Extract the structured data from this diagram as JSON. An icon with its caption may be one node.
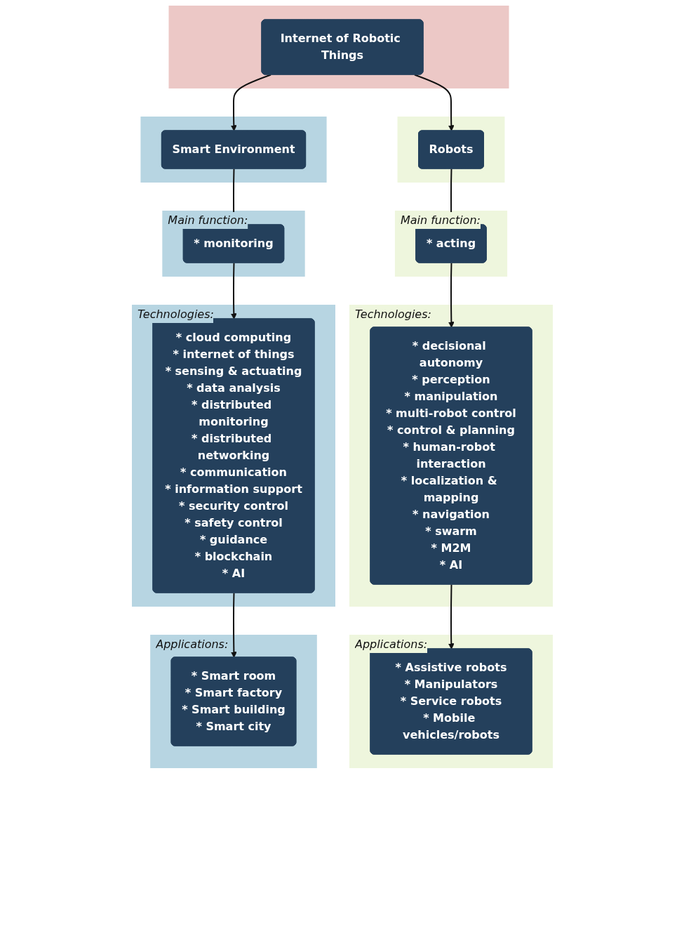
{
  "diagram": {
    "nodes": [
      {
        "text": [],
        "shape": "band"
      },
      {
        "text": [
          "Internet of Robotic Things"
        ],
        "in": 0
      },
      {
        "text": [],
        "shape": "band"
      },
      {
        "text": [
          "Smart Environment"
        ],
        "in": 2
      },
      {
        "text": [],
        "shape": "band"
      },
      {
        "text": [
          "Robots"
        ],
        "in": 4
      },
      {
        "text": [
          "Main function:"
        ]
      },
      {
        "text": [
          "* monitoring"
        ],
        "in": 6
      },
      {
        "text": [
          "Main function:"
        ]
      },
      {
        "text": [
          "* acting"
        ],
        "in": 8
      },
      {
        "text": [
          "Technologies:"
        ]
      },
      {
        "text": [
          "* cloud computing",
          "* internet of things",
          "* sensing & actuating",
          "* data analysis",
          "* distributed monitoring",
          "* distributed networking",
          "* communication",
          "* information support",
          "* security control",
          "* safety control",
          "* guidance",
          "* blockchain",
          "* AI"
        ],
        "in": 10
      },
      {
        "text": [
          "Technologies:"
        ]
      },
      {
        "text": [
          "* decisional autonomy",
          "* perception",
          "* manipulation",
          "* multi-robot control",
          "* control & planning",
          "* human-robot interaction",
          "* localization & mapping",
          "* navigation",
          "* swarm",
          "* M2M",
          "* AI"
        ],
        "in": 12
      },
      {
        "text": [
          "Applications:"
        ]
      },
      {
        "text": [
          "* Smart room",
          "* Smart factory",
          "* Smart building",
          "* Smart city"
        ],
        "in": 14
      },
      {
        "text": [
          "Applications:"
        ]
      },
      {
        "text": [
          "* Assistive robots",
          "* Manipulators",
          "* Service robots",
          "* Mobile vehicles/robots"
        ],
        "in": 16
      }
    ],
    "edges": [
      {
        "from": 1,
        "to": 3,
        "arrow": "to"
      },
      {
        "from": 1,
        "to": 5,
        "arrow": "to"
      },
      {
        "from": 3,
        "to": 7,
        "arrow": "to"
      },
      {
        "from": 5,
        "to": 9,
        "arrow": "to"
      },
      {
        "from": 7,
        "to": 11,
        "arrow": "to"
      },
      {
        "from": 9,
        "to": 13,
        "arrow": "to"
      },
      {
        "from": 11,
        "to": 15,
        "arrow": "to"
      },
      {
        "from": 13,
        "to": 17,
        "arrow": "to"
      }
    ]
  }
}
